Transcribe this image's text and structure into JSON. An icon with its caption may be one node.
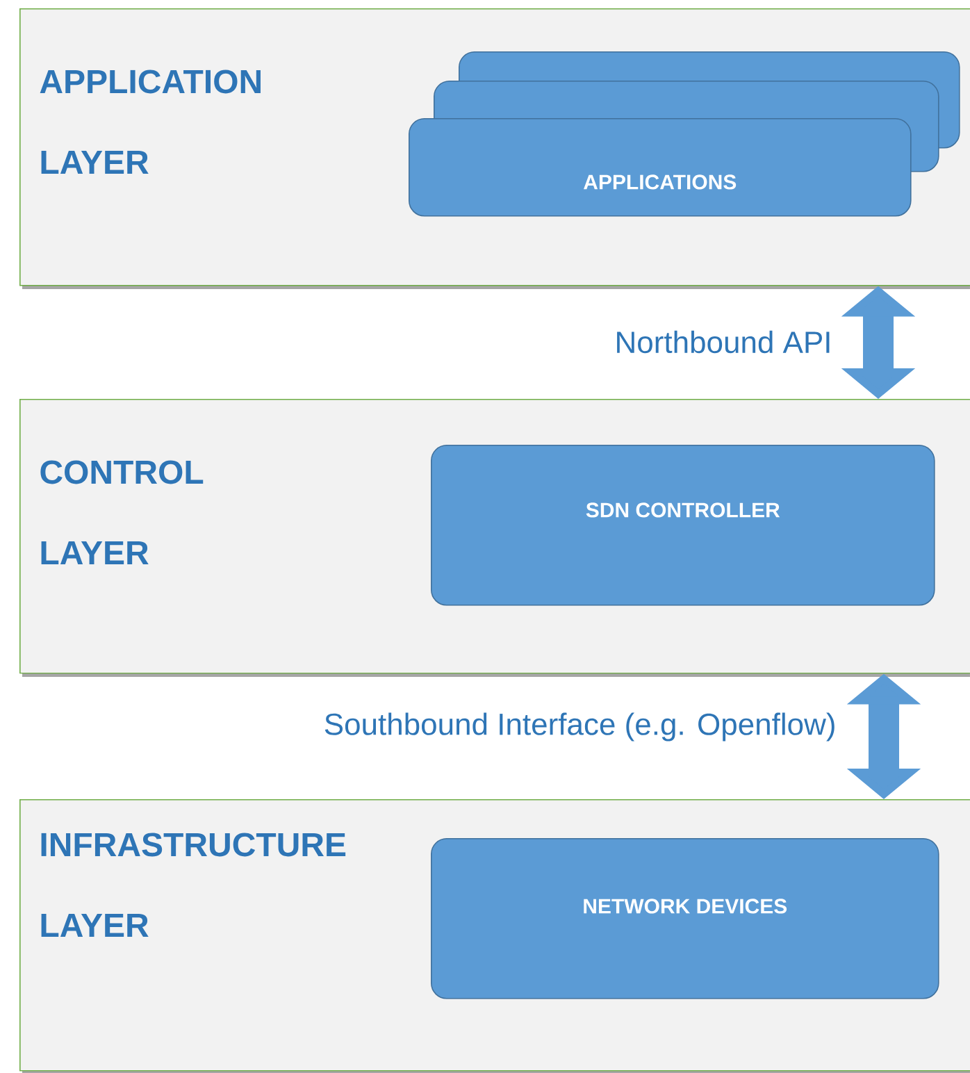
{
  "diagram": {
    "nodes": [
      {
        "text": [
          "APPLICATION LAYER"
        ]
      },
      {
        "text": [],
        "shape": "box",
        "in": 0
      },
      {
        "text": [],
        "shape": "box",
        "in": 0
      },
      {
        "text": [
          "APPLICATIONS"
        ],
        "in": 0
      },
      {
        "text": [
          "CONTROL LAYER"
        ]
      },
      {
        "text": [
          "SDN CONTROLLER"
        ],
        "in": 4
      },
      {
        "text": [
          "INFRASTRUCTURE LAYER"
        ]
      },
      {
        "text": [
          "NETWORK DEVICES"
        ],
        "in": 6
      }
    ],
    "edges": [
      {
        "from": 0,
        "to": 4,
        "arrow": "both",
        "label": "Northbound API"
      },
      {
        "from": 4,
        "to": 6,
        "arrow": "both",
        "label": "Southbound Interface (e.g. Openflow)"
      }
    ]
  }
}
